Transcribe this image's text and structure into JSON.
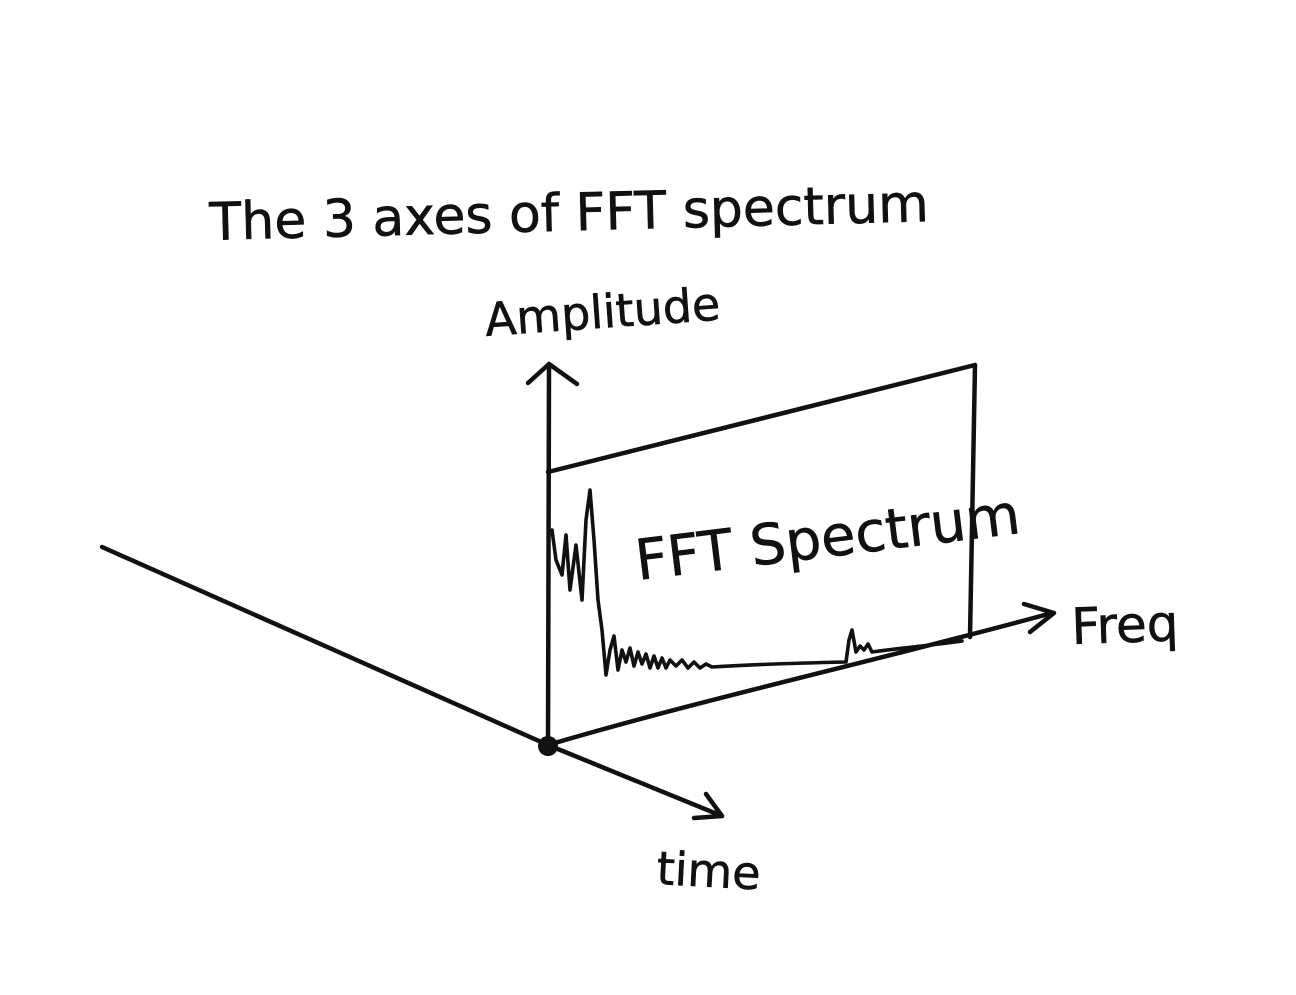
{
  "diagram": {
    "title": "The 3 axes of FFT spectrum",
    "axis_amplitude_label": "Amplitude",
    "axis_freq_label": "Freq",
    "axis_time_label": "time",
    "panel_label": "FFT Spectrum",
    "ink_color": "#111111",
    "background_color": "#ffffff"
  }
}
